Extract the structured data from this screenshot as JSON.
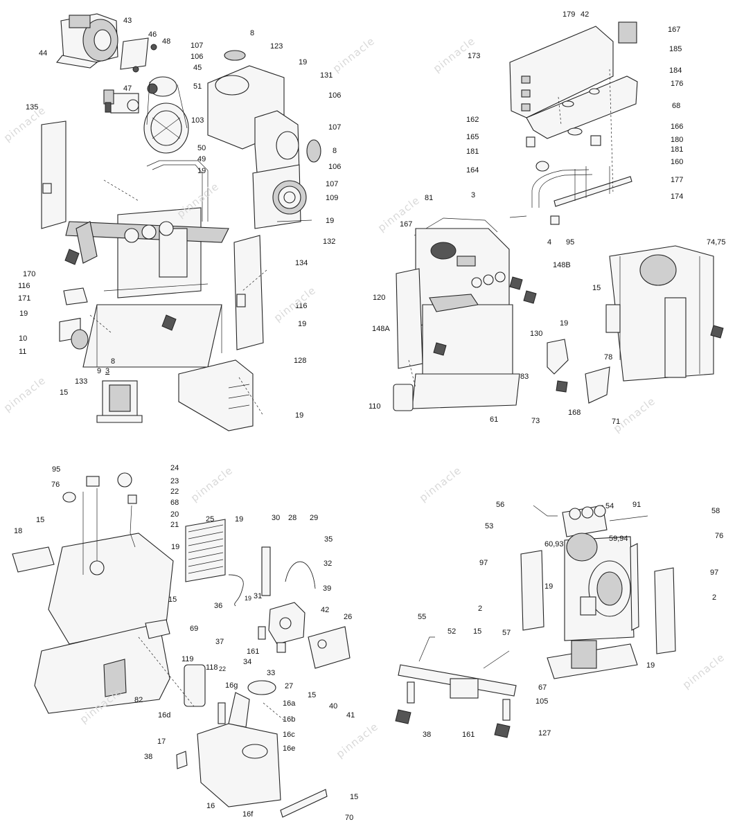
{
  "watermark": "pinnacle",
  "watermark_icon": "watermark-logo-icon",
  "views": [
    {
      "id": "top-left",
      "callouts": [
        "43",
        "46",
        "48",
        "44",
        "8",
        "107",
        "106",
        "123",
        "45",
        "19",
        "47",
        "51",
        "131",
        "135",
        "103",
        "106",
        "50",
        "107",
        "49",
        "8",
        "19",
        "106",
        "107",
        "109",
        "19",
        "132",
        "134",
        "170",
        "116",
        "171",
        "19",
        "116",
        "19",
        "10",
        "11",
        "8",
        "9",
        "3",
        "133",
        "15",
        "128",
        "19"
      ]
    },
    {
      "id": "top-right",
      "callouts": [
        "179",
        "42",
        "167",
        "173",
        "185",
        "184",
        "176",
        "68",
        "162",
        "166",
        "165",
        "180",
        "181",
        "181",
        "164",
        "160",
        "177",
        "174",
        "3",
        "81",
        "167",
        "4",
        "95",
        "74,75",
        "148B",
        "120",
        "15",
        "148A",
        "19",
        "130",
        "78",
        "83",
        "110",
        "61",
        "73",
        "168",
        "71"
      ]
    },
    {
      "id": "bottom-left",
      "callouts": [
        "95",
        "24",
        "76",
        "23",
        "22",
        "68",
        "20",
        "15",
        "21",
        "18",
        "25",
        "19",
        "30",
        "28",
        "29",
        "19",
        "35",
        "32",
        "15",
        "39",
        "36",
        "19",
        "31",
        "42",
        "37",
        "26",
        "69",
        "161",
        "34",
        "33",
        "27",
        "119",
        "118",
        "22",
        "16g",
        "82",
        "16a",
        "16b",
        "16c",
        "16d",
        "16e",
        "15",
        "40",
        "41",
        "17",
        "38",
        "16",
        "15",
        "16f",
        "70"
      ]
    },
    {
      "id": "bottom-right",
      "callouts": [
        "56",
        "54",
        "91",
        "58",
        "53",
        "59,94",
        "60,93",
        "76",
        "97",
        "97",
        "2",
        "2",
        "19",
        "55",
        "52",
        "15",
        "57",
        "19",
        "67",
        "105",
        "38",
        "161",
        "127"
      ]
    }
  ]
}
